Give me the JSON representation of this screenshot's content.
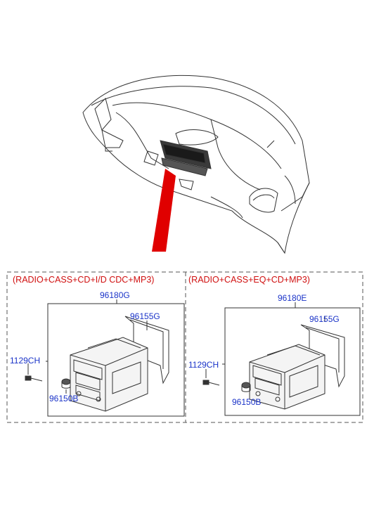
{
  "panels": [
    {
      "title": "(RADIO+CASS+CD+I/D CDC+MP3)",
      "assembly": "96180G",
      "bracket": "96155G",
      "screw": "1129CH",
      "knob": "96150B"
    },
    {
      "title": "(RADIO+CASS+EQ+CD+MP3)",
      "assembly": "96180E",
      "bracket": "96155G",
      "screw": "1129CH",
      "knob": "96150B"
    }
  ],
  "colors": {
    "title": "#d01010",
    "part_number": "#1a33c8",
    "pointer": "#e00000",
    "line": "#333333"
  }
}
